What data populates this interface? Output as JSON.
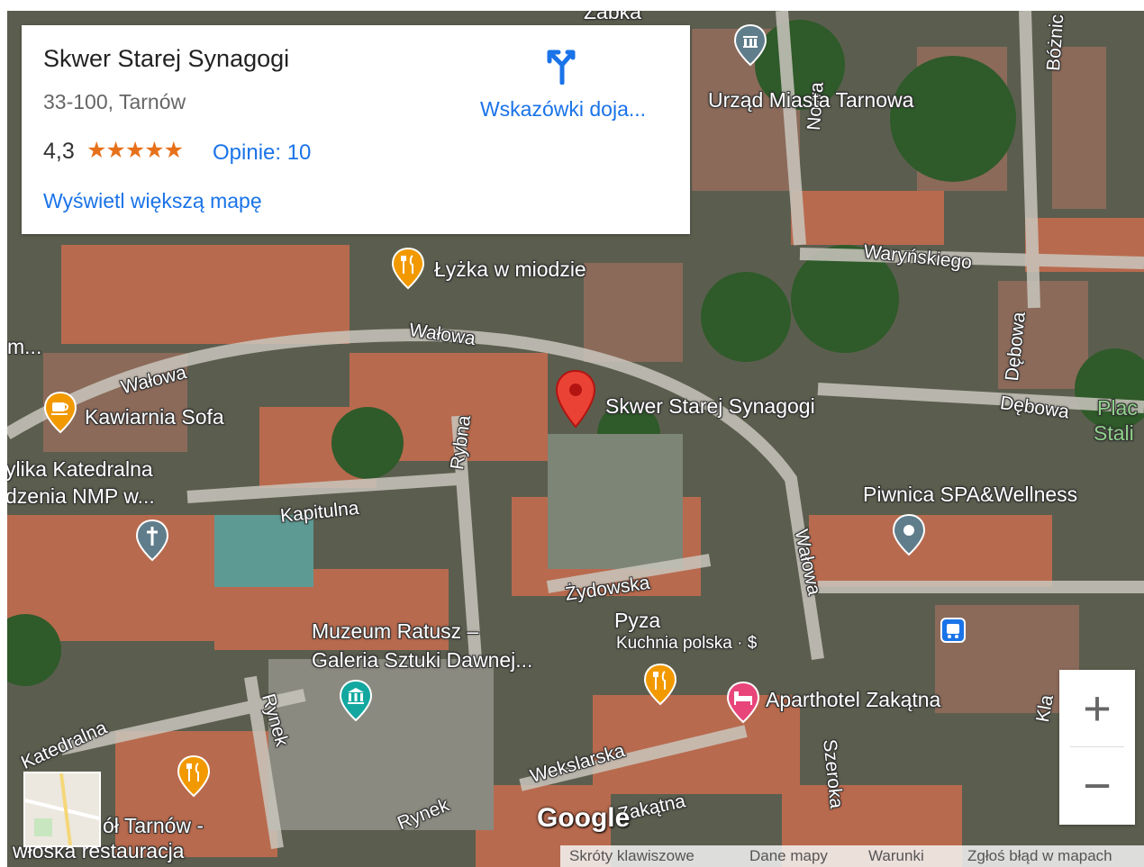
{
  "place_card": {
    "title": "Skwer Starej Synagogi",
    "address": "33-100, Tarnów",
    "rating": "4,3",
    "stars": "★★★★★",
    "reviews": "Opinie: 10",
    "view_larger": "Wyświetl większą mapę",
    "directions": "Wskazówki doja..."
  },
  "map": {
    "selected_place": "Skwer Starej Synagogi",
    "pois": {
      "urzad": "Urząd Miasta Tarnowa",
      "lyzka": "Łyżka w miodzie",
      "kawiarnia": "Kawiarnia Sofa",
      "bazylika_1": "ylika Katedralna",
      "bazylika_2": "dzenia NMP w...",
      "piwnica": "Piwnica SPA&Wellness",
      "muzeum_1": "Muzeum Ratusz –",
      "muzeum_2": "Galeria Sztuki Dawnej...",
      "pyza": "Pyza",
      "pyza_sub": "Kuchnia polska · $",
      "aparthotel": "Aparthotel Zakątna",
      "plac_1": "Plac",
      "plac_2": "Stali",
      "tarnow_1": "ół Tarnów -",
      "tarnow_2": "włoska restauracja",
      "top_fragment": "Żabka",
      "left_fragment": "m..."
    },
    "streets": {
      "walowa_1": "Wałowa",
      "walowa_2": "Wałowa",
      "walowa_3": "Wałowa",
      "rybna": "Rybna",
      "kapitulna": "Kapitulna",
      "zydowska": "Żydowska",
      "rynek_1": "Rynek",
      "rynek_2": "Rynek",
      "katedralna": "Katedralna",
      "wekslarska": "Wekslarska",
      "szeroka": "Szeroka",
      "nowa": "Nowa",
      "warynskiego": "Waryńskiego",
      "debowa_1": "Dębowa",
      "debowa_2": "Dębowa",
      "boznicza": "Bóżnic",
      "zakatna": "Zakątna",
      "kla": "Kla"
    }
  },
  "controls": {
    "zoom_in": "+",
    "zoom_out": "−"
  },
  "attribution": {
    "logo": "Google",
    "shortcuts": "Skróty klawiszowe",
    "map_data": "Dane mapy",
    "terms": "Warunki",
    "report": "Zgłoś błąd w mapach"
  },
  "colors": {
    "link_blue": "#1a73e8",
    "selected_pin": "#ea4335",
    "food_pin": "#f29900",
    "lodging_pin": "#e8457a",
    "civic_pin": "#607d8b",
    "museum_pin": "#12a8a0",
    "star_color": "#e7711b"
  }
}
